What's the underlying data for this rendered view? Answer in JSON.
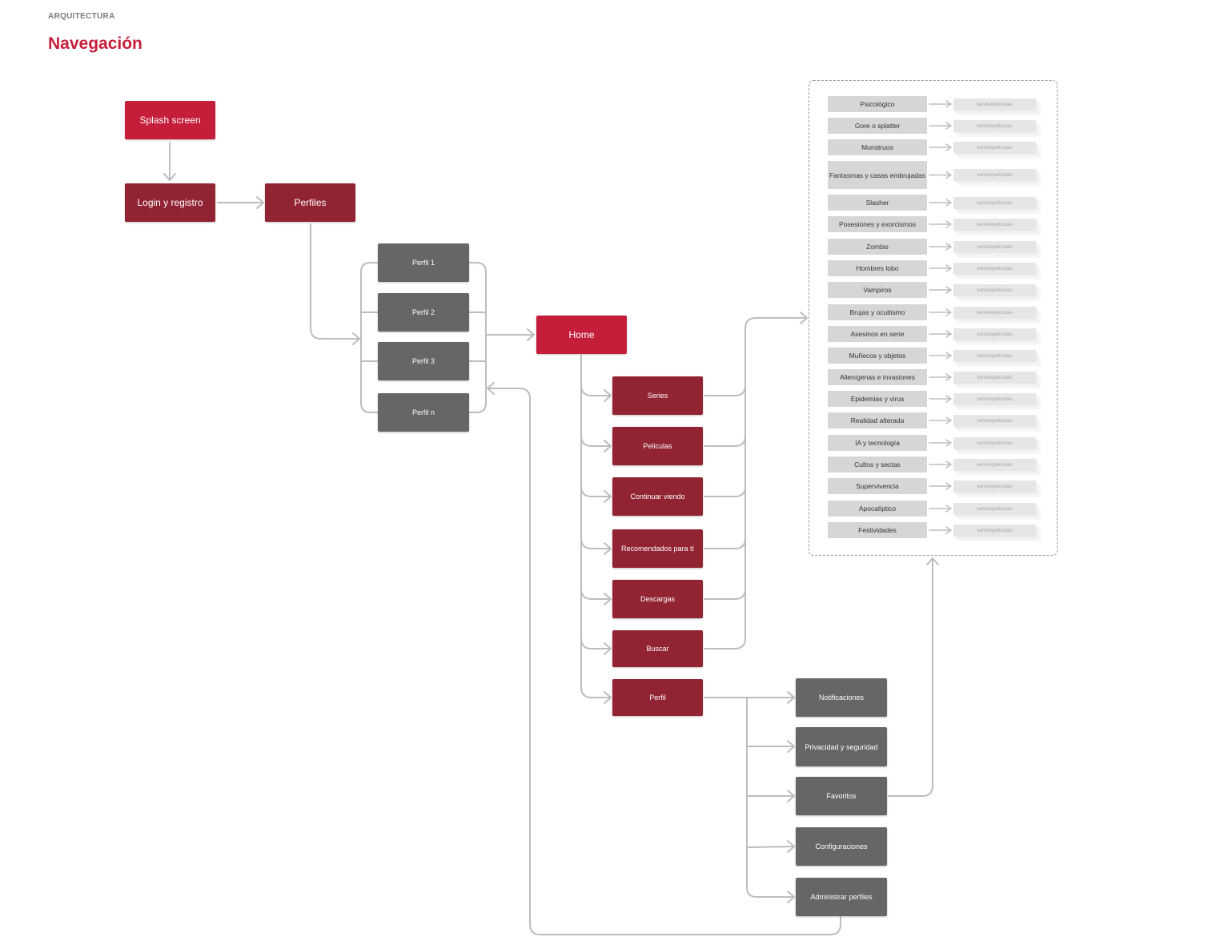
{
  "header": {
    "eyebrow": "ARQUITECTURA",
    "title": "Navegación"
  },
  "colors": {
    "primary_red": "#c41e3a",
    "maroon": "#922333",
    "gray_node": "#666666",
    "connector": "#bdbdbd",
    "category_bg": "#d6d6d6"
  },
  "nodes": {
    "splash": "Splash screen",
    "login": "Login y registro",
    "perfiles": "Perfiles",
    "perfil_1": "Perfil 1",
    "perfil_2": "Perfil 2",
    "perfil_3": "Perfil 3",
    "perfil_n": "Perfil n",
    "home": "Home"
  },
  "home_sections": [
    "Series",
    "Peliculas",
    "Continuar viendo",
    "Recomendados para tí",
    "Descargas",
    "Buscar",
    "Perfil"
  ],
  "profile_options": [
    "Notificaciones",
    "Privacidad y seguridad",
    "Favoritos",
    "Configuraciones",
    "Administrar perfiles"
  ],
  "categories": [
    "Psicológico",
    "Gore o splatter",
    "Monstruos",
    "Fantasmas y casas embrujadas",
    "Slasher",
    "Posesiones y exorcismos",
    "Zombis",
    "Hombres lobo",
    "Vampiros",
    "Brujas y ocultismo",
    "Asesinos en serie",
    "Muñecos y objetos",
    "Alienígenas e invasiones",
    "Epidemias y virus",
    "Realidad alterada",
    "IA y tecnología",
    "Cultos y sectas",
    "Supervivencia",
    "Apocalíptico",
    "Festividades"
  ],
  "result_label": "series/películas"
}
